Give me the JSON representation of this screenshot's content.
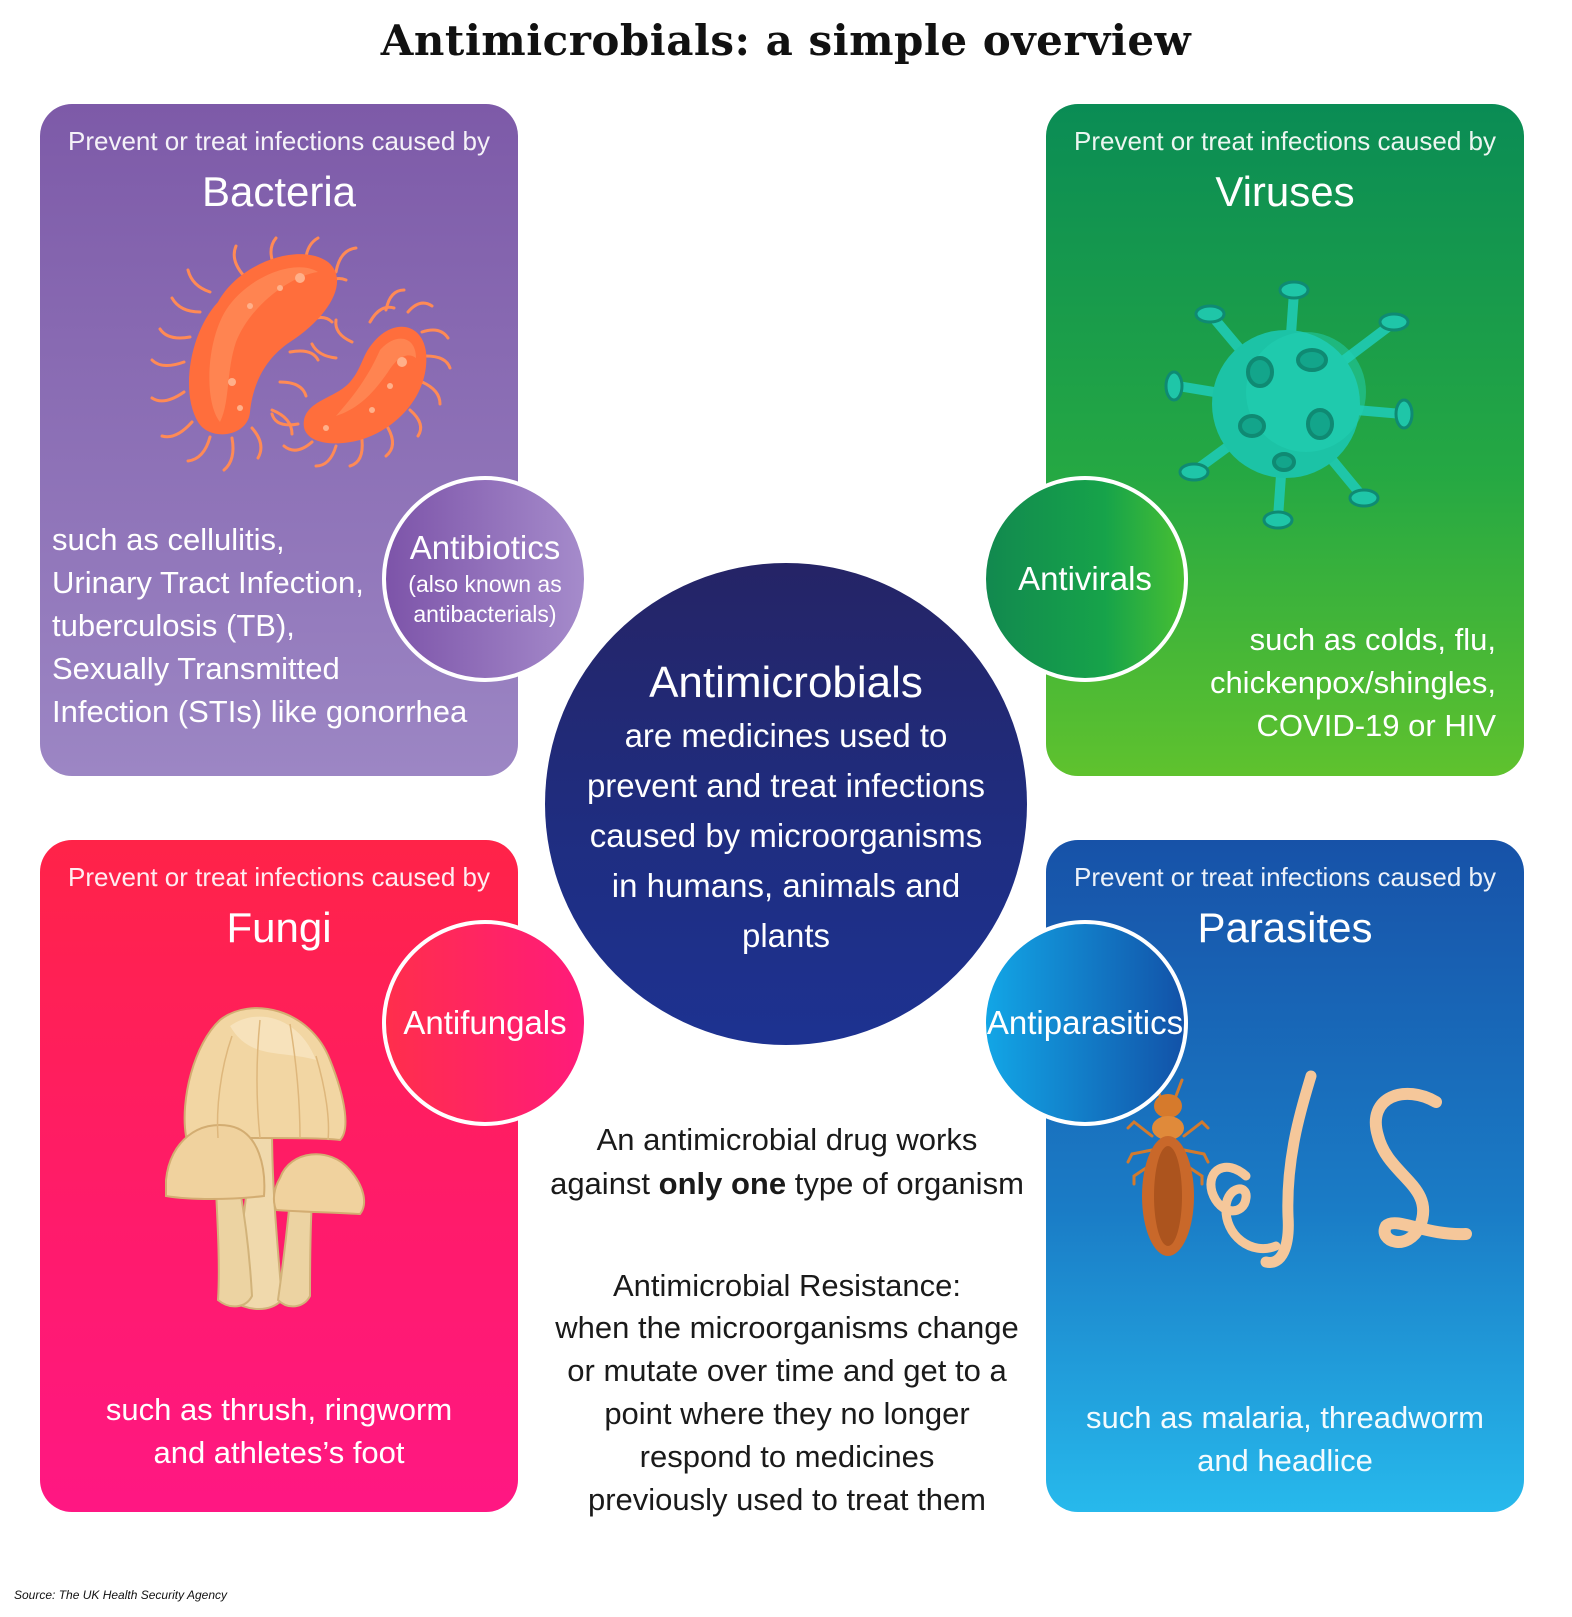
{
  "title": "Antimicrobials: a simple overview",
  "cards": {
    "bacteria": {
      "prevent": "Prevent or treat infections caused by",
      "heading": "Bacteria",
      "examples": [
        "such as cellulitis,",
        "Urinary Tract Infection,",
        "tuberculosis (TB),",
        "Sexually Transmitted",
        "Infection (STIs) like gonorrhea"
      ],
      "drug_main": "Antibiotics",
      "drug_sub": [
        "(also known as",
        "antibacterials)"
      ],
      "illustration": "bacteria-icon",
      "color": "#7d5aa8"
    },
    "viruses": {
      "prevent": "Prevent or treat infections caused by",
      "heading": "Viruses",
      "examples": [
        "such as colds, flu,",
        "chickenpox/shingles,",
        "COVID-19 or HIV"
      ],
      "drug_main": "Antivirals",
      "illustration": "virus-icon",
      "color": "#0f9a4b"
    },
    "fungi": {
      "prevent": "Prevent or treat infections caused by",
      "heading": "Fungi",
      "examples": [
        "such as thrush, ringworm",
        "and athletes’s foot"
      ],
      "drug_main": "Antifungals",
      "illustration": "mushroom-icon",
      "color": "#ff1f5c"
    },
    "parasites": {
      "prevent": "Prevent or treat infections caused by",
      "heading": "Parasites",
      "examples": [
        "such as malaria, threadworm",
        "and headlice"
      ],
      "drug_main": "Antiparasitics",
      "illustration": "parasite-icon",
      "color": "#1a6fc0"
    }
  },
  "center": {
    "title": "Antimicrobials",
    "body": [
      "are medicines used to",
      "prevent and treat infections",
      "caused by microorganisms",
      "in humans, animals and",
      "plants"
    ],
    "color": "#222468"
  },
  "notes": {
    "one_type_before": "An antimicrobial drug works",
    "one_type_against": "against ",
    "one_type_bold": "only one",
    "one_type_after": " type of organism",
    "resistance_title": "Antimicrobial Resistance:",
    "resistance_body": [
      "when the microorganisms change",
      "or mutate over time and get to a",
      "point where they no longer",
      "respond to medicines",
      "previously used to treat them"
    ]
  },
  "source": "Source: The UK Health Security Agency"
}
